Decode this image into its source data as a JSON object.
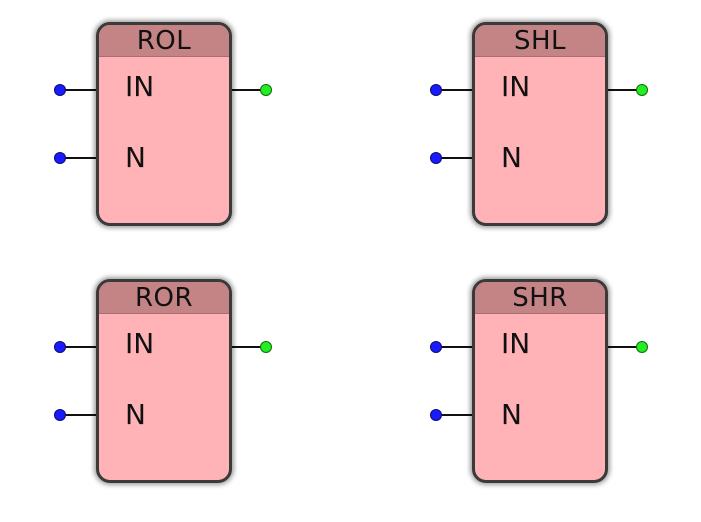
{
  "blocks": [
    {
      "id": "rol",
      "title": "ROL",
      "inputs": [
        "IN",
        "N"
      ]
    },
    {
      "id": "shl",
      "title": "SHL",
      "inputs": [
        "IN",
        "N"
      ]
    },
    {
      "id": "ror",
      "title": "ROR",
      "inputs": [
        "IN",
        "N"
      ]
    },
    {
      "id": "shr",
      "title": "SHR",
      "inputs": [
        "IN",
        "N"
      ]
    }
  ],
  "colors": {
    "block_fill": "#ffb3b6",
    "header_fill": "#c48385",
    "input_pin": "#1a1aff",
    "output_pin": "#22ee22"
  }
}
